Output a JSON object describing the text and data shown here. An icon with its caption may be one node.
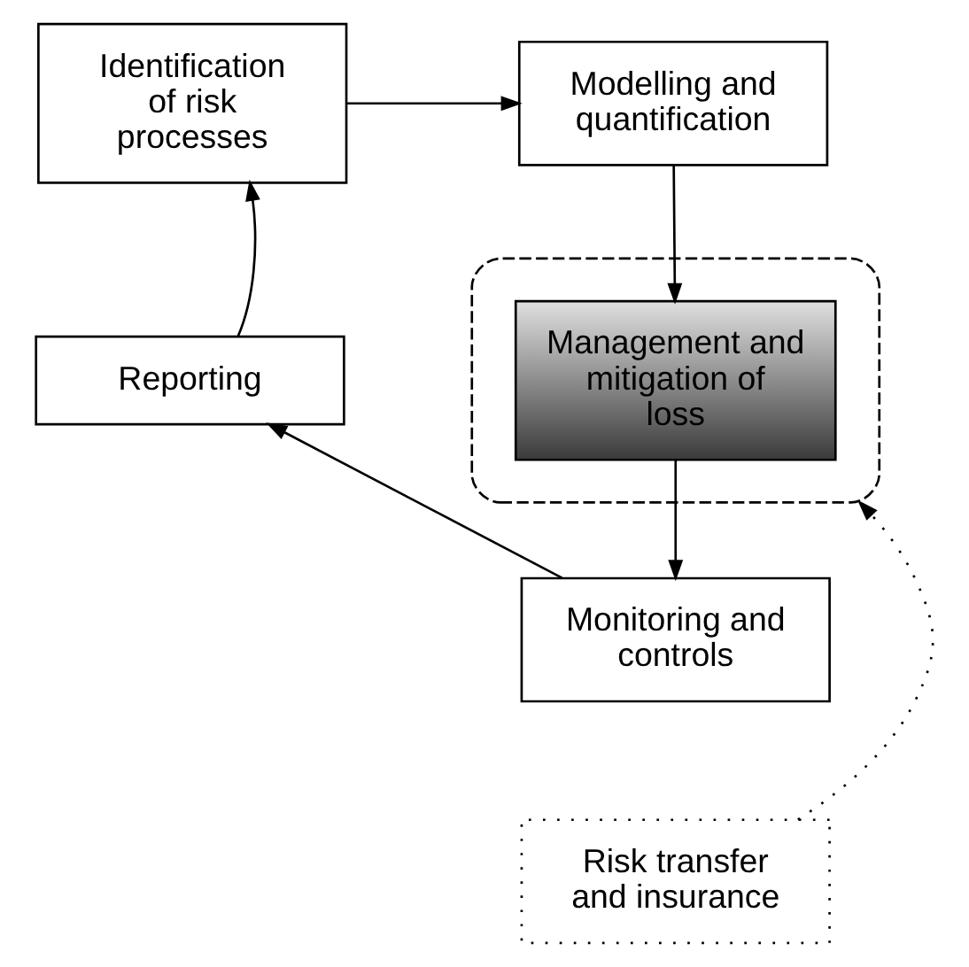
{
  "diagram": {
    "nodes": [
      {
        "text": [
          "Identification of risk processes"
        ]
      },
      {
        "text": [
          "Modelling and quantification"
        ]
      },
      {
        "text": [],
        "shape": "ellipse"
      },
      {
        "text": [
          "Management and mitigation of loss"
        ],
        "in": 2
      },
      {
        "text": [
          "Reporting"
        ]
      },
      {
        "text": [
          "Monitoring and controls"
        ]
      },
      {
        "text": [
          "Risk transfer and insurance"
        ]
      }
    ],
    "edges": [
      {
        "from": 0,
        "to": 1,
        "arrow": "to"
      },
      {
        "from": 1,
        "to": 3,
        "arrow": "to"
      },
      {
        "from": 3,
        "to": 5,
        "arrow": "to"
      },
      {
        "from": 5,
        "to": 4,
        "arrow": "to"
      },
      {
        "from": 4,
        "to": 0,
        "arrow": "to"
      },
      {
        "from": 6,
        "to": 2,
        "arrow": "to",
        "style": "dashed"
      }
    ]
  }
}
